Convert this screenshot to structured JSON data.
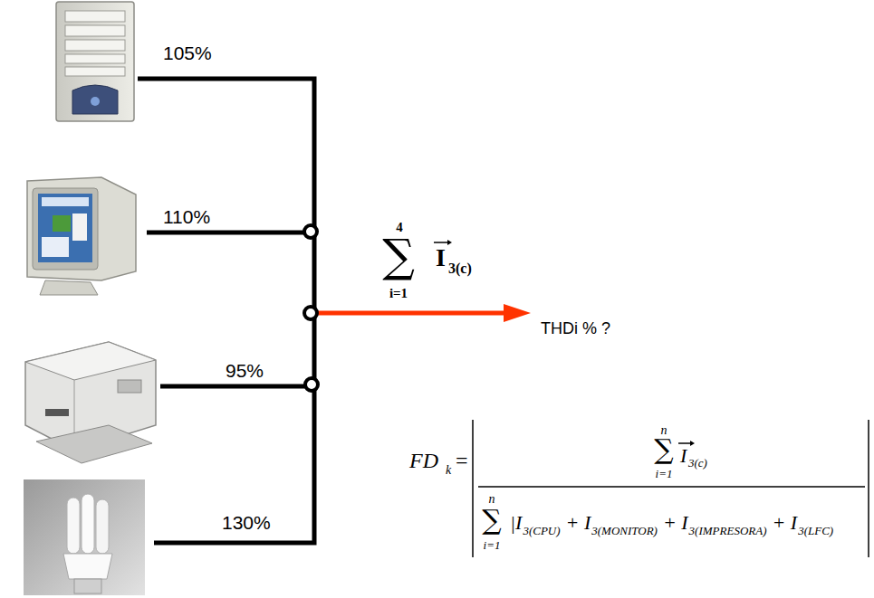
{
  "diagram": {
    "labels": [
      "105%",
      "110%",
      "95%",
      "130%",
      "4",
      "∑",
      "i=1",
      "I",
      "3(c)",
      "THDi % ?",
      "FD",
      "k",
      "=",
      "n",
      "∑",
      "i=1",
      "I",
      "3(c)",
      "n",
      "∑",
      "i=1",
      "|I",
      "3(CPU)",
      "+ I",
      "3(MONITOR)",
      "+ I",
      "3(IMPRESORA)",
      "+ I",
      "3(LFC)"
    ]
  }
}
